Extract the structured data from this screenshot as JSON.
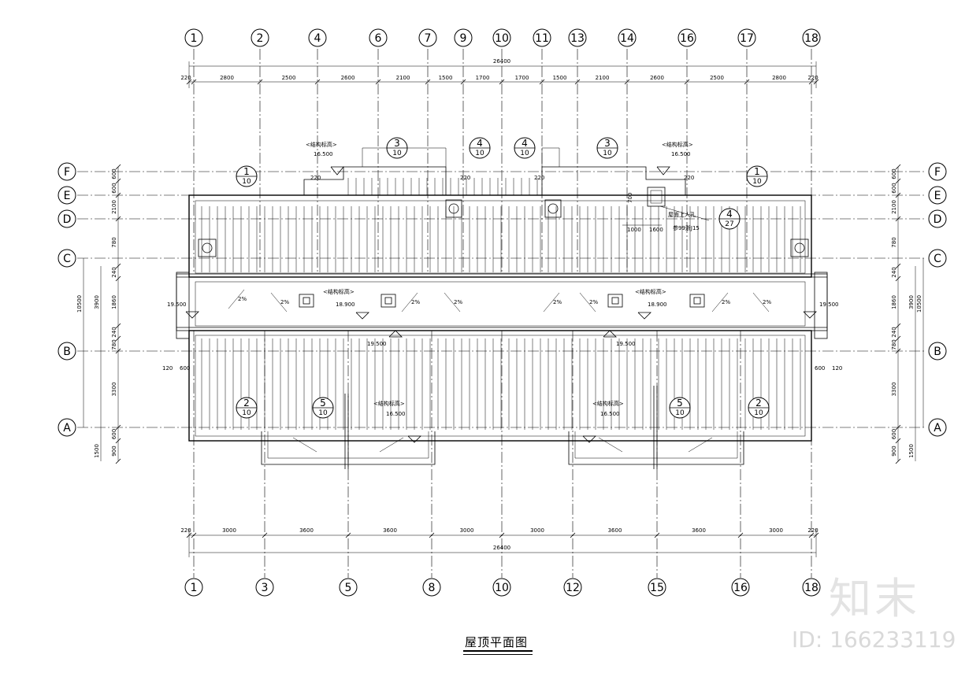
{
  "drawing_title": "屋顶平面图",
  "watermark": {
    "logo": "知末",
    "id": "ID: 166233119"
  },
  "top_axes": [
    "1",
    "2",
    "4",
    "6",
    "7",
    "9",
    "10",
    "11",
    "13",
    "14",
    "16",
    "17",
    "18"
  ],
  "bottom_axes": [
    "1",
    "3",
    "5",
    "8",
    "10",
    "12",
    "15",
    "16",
    "18"
  ],
  "left_axes": [
    "F",
    "E",
    "D",
    "C",
    "B",
    "A"
  ],
  "right_axes": [
    "F",
    "E",
    "D",
    "C",
    "B",
    "A"
  ],
  "top_total_dim": "26400",
  "top_dims": [
    "220",
    "2800",
    "2500",
    "2600",
    "2100",
    "1500",
    "1700",
    "1700",
    "1500",
    "2100",
    "2600",
    "2500",
    "2800",
    "220"
  ],
  "bottom_dims": [
    "220",
    "3000",
    "3600",
    "3600",
    "3000",
    "3000",
    "3600",
    "3600",
    "3000",
    "220"
  ],
  "bottom_total_dim": "26400",
  "left_dims": [
    "600",
    "600",
    "2100",
    "780",
    "240",
    "1860",
    "240",
    "780",
    "3300",
    "600",
    "900"
  ],
  "left_sub_dims": [
    "3900",
    "1500"
  ],
  "left_total_dim": "10500",
  "right_dims": [
    "600",
    "600",
    "2100",
    "780",
    "240",
    "1860",
    "240",
    "780",
    "3300",
    "600",
    "900"
  ],
  "right_sub_dims": [
    "3900",
    "1500"
  ],
  "right_total_dim": "10500",
  "section_marks": [
    {
      "num": "1",
      "sheet": "10"
    },
    {
      "num": "3",
      "sheet": "10"
    },
    {
      "num": "4",
      "sheet": "10"
    },
    {
      "num": "4",
      "sheet": "10"
    },
    {
      "num": "3",
      "sheet": "10"
    },
    {
      "num": "1",
      "sheet": "10"
    },
    {
      "num": "2",
      "sheet": "10"
    },
    {
      "num": "5",
      "sheet": "10"
    },
    {
      "num": "5",
      "sheet": "10"
    },
    {
      "num": "2",
      "sheet": "10"
    },
    {
      "num": "4",
      "sheet": "27"
    }
  ],
  "labels": {
    "struct_elev": "<结构标高>",
    "elev_16500": "16.500",
    "elev_18900": "18.900",
    "elev_19500": "19.500",
    "slope": "2%",
    "dim_120": "120",
    "dim_600": "600",
    "dim_1000": "1000",
    "dim_1600": "1600",
    "dim_700": "700",
    "dim_220": "220",
    "roof_hatch": "屋面上人孔",
    "roof_hatch_ref": "参99浙J15"
  }
}
